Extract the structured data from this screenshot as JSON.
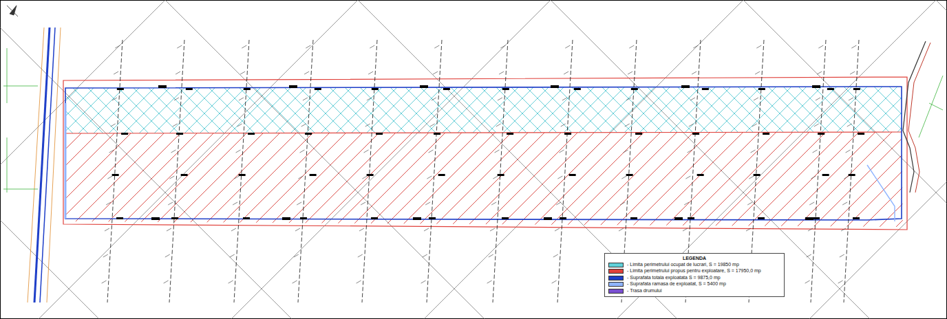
{
  "diagram": {
    "labels": [
      "LEGENDA"
    ],
    "legend": [
      {
        "text": "- Limita perimetrului ocupat de lucrari, S = 19850 mp",
        "color": "#5fd0d8"
      },
      {
        "text": "- Limita perimetrului propus pentru exploatare, S = 17950,0 mp",
        "color": "#e0403a"
      },
      {
        "text": "- Suprafata totala exploatata S = 9875,0 mp",
        "color": "#1f3fc8"
      },
      {
        "text": "- Suprafata ramasa de exploatat, S = 5400 mp",
        "color": "#8fb4ff"
      },
      {
        "text": "- Trasa drumului",
        "color": "#7a4fd0"
      }
    ]
  }
}
